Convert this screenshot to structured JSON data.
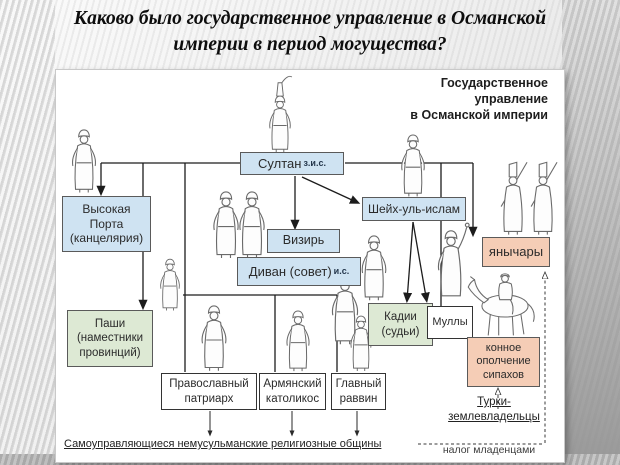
{
  "slide": {
    "title": "Каково было государственное управление в Османской\nимперии в период могущества?"
  },
  "diagram": {
    "heading": "Государственное\nуправление\nв Османской империи",
    "nodes": {
      "sultan": {
        "label": "Султан",
        "note": "з.и.с."
      },
      "porta": {
        "label": "Высокая\nПорта\n(канцелярия)"
      },
      "sheikh": {
        "label": "Шейх-уль-ислам"
      },
      "vizier": {
        "label": "Визирь"
      },
      "divan": {
        "label": "Диван (совет)",
        "note": "и.с."
      },
      "pasha": {
        "label": "Паши\n(наместники\nпровинций)"
      },
      "kadi": {
        "label": "Кадии\n(судьи)"
      },
      "mullah": {
        "label": "Муллы"
      },
      "janissary": {
        "label": "янычары"
      },
      "sipahi": {
        "label": "конное\nополчение\nсипахов"
      },
      "patriarch": {
        "label": "Православный\nпатриарх"
      },
      "catholicos": {
        "label": "Армянский\nкатоликос"
      },
      "rabbi": {
        "label": "Главный\nраввин"
      }
    },
    "labels": {
      "communities": "Самоуправляющиеся немусульманские религиозные общины",
      "turk_landowners": "Турки-\nземлевладельцы",
      "infant_tax": "налог младенцами"
    },
    "colors": {
      "box_blue": "#cfe3f2",
      "box_green": "#dde9d4",
      "box_salmon": "#f5cdb6",
      "box_white": "#ffffff",
      "line": "#1c1c1c"
    }
  }
}
